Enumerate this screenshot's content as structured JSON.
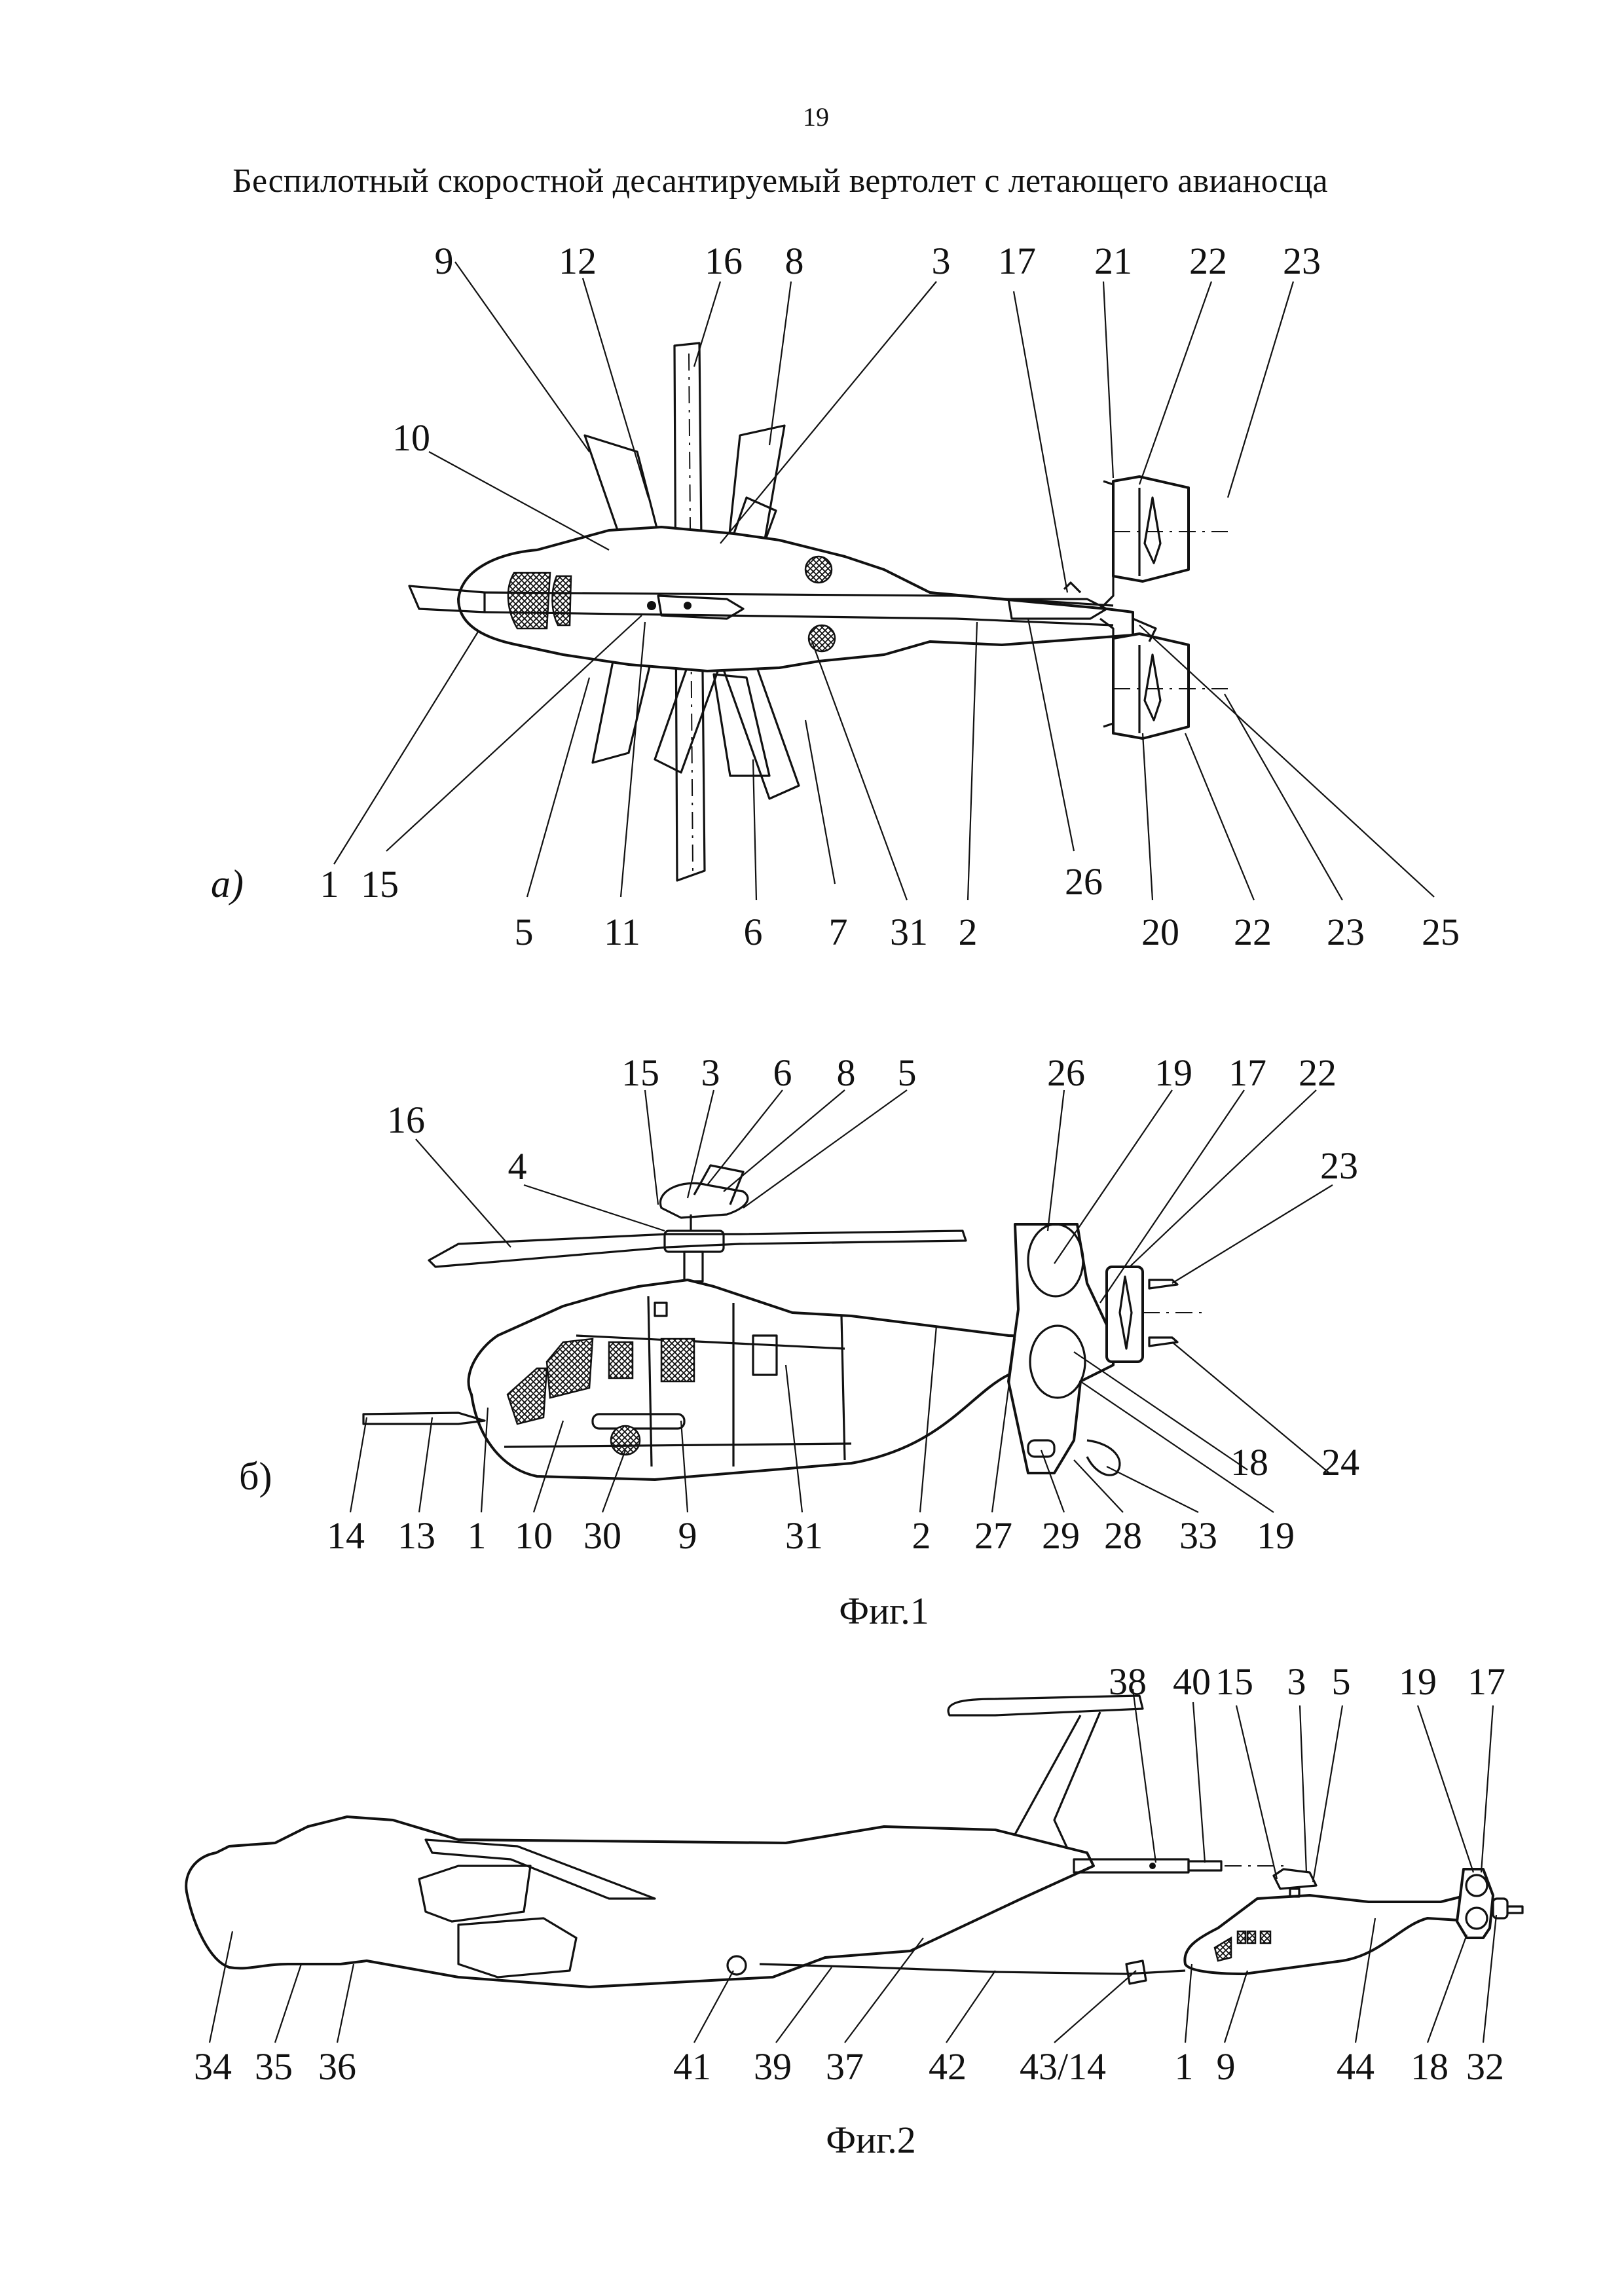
{
  "page": {
    "number": "19",
    "title": "Беспилотный скоростной десантируемый вертолет с летающего авианосца"
  },
  "figure1": {
    "caption": "Фиг.1",
    "view_a": {
      "marker": "а)",
      "top_labels": [
        "9",
        "12",
        "16",
        "8",
        "3",
        "17",
        "21",
        "22",
        "23"
      ],
      "side_label": "10",
      "bottom_row1": [
        "1",
        "15",
        "26"
      ],
      "bottom_row2": [
        "5",
        "11",
        "6",
        "7",
        "31",
        "2",
        "20",
        "22",
        "23",
        "25"
      ]
    },
    "view_b": {
      "marker": "б)",
      "top_labels": [
        "15",
        "3",
        "6",
        "8",
        "5",
        "26",
        "19",
        "17",
        "22"
      ],
      "left_labels": [
        "16",
        "4"
      ],
      "right_labels": [
        "23",
        "18",
        "24"
      ],
      "bottom_labels": [
        "14",
        "13",
        "1",
        "10",
        "30",
        "9",
        "31",
        "2",
        "27",
        "29",
        "28",
        "33",
        "19"
      ]
    }
  },
  "figure2": {
    "caption": "Фиг.2",
    "top_labels": [
      "38",
      "40",
      "15",
      "3",
      "5",
      "19",
      "17"
    ],
    "bottom_labels": [
      "34",
      "35",
      "36",
      "41",
      "39",
      "37",
      "42",
      "43/14",
      "1",
      "9",
      "44",
      "18",
      "32"
    ]
  }
}
